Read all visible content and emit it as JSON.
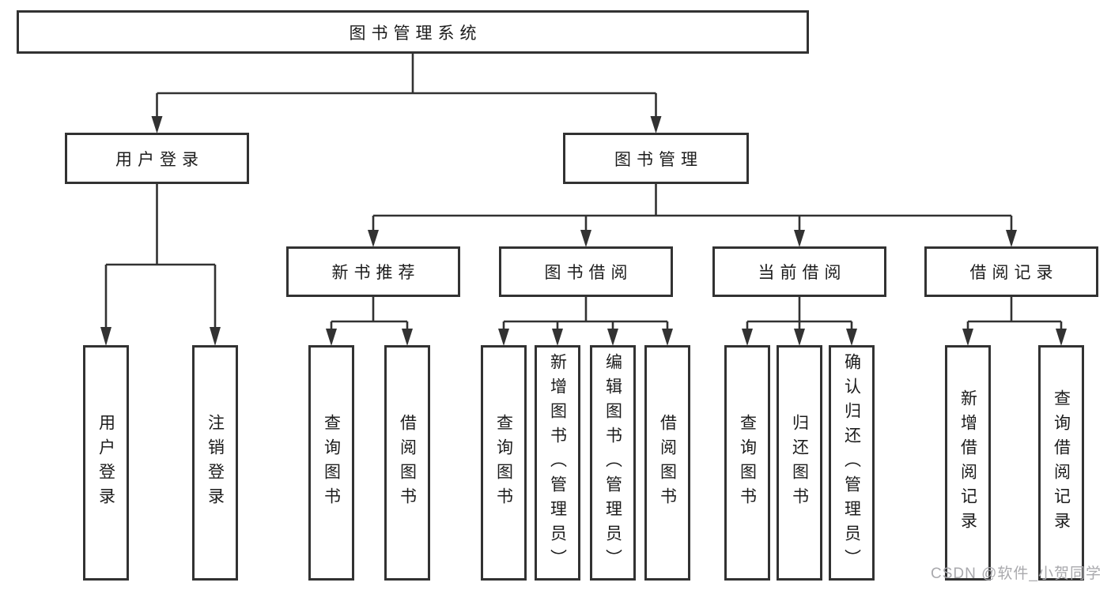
{
  "tree": {
    "label": "图书管理系统",
    "children": [
      {
        "label": "用户登录",
        "children": [
          {
            "label": "用户登录"
          },
          {
            "label": "注销登录"
          }
        ]
      },
      {
        "label": "图书管理",
        "children": [
          {
            "label": "新书推荐",
            "children": [
              {
                "label": "查询图书"
              },
              {
                "label": "借阅图书"
              }
            ]
          },
          {
            "label": "图书借阅",
            "children": [
              {
                "label": "查询图书"
              },
              {
                "label": "新增图书（管理员）"
              },
              {
                "label": "编辑图书（管理员）"
              },
              {
                "label": "借阅图书"
              }
            ]
          },
          {
            "label": "当前借阅",
            "children": [
              {
                "label": "查询图书"
              },
              {
                "label": "归还图书"
              },
              {
                "label": "确认归还（管理员）"
              }
            ]
          },
          {
            "label": "借阅记录",
            "children": [
              {
                "label": "新增借阅记录"
              },
              {
                "label": "查询借阅记录"
              }
            ]
          }
        ]
      }
    ]
  },
  "watermark": {
    "text": "CSDN @软件_小贺同学"
  },
  "colors": {
    "line": "#323232",
    "text": "#1c1c1c",
    "watermark": "#a9a9ad",
    "bg": "#ffffff"
  }
}
